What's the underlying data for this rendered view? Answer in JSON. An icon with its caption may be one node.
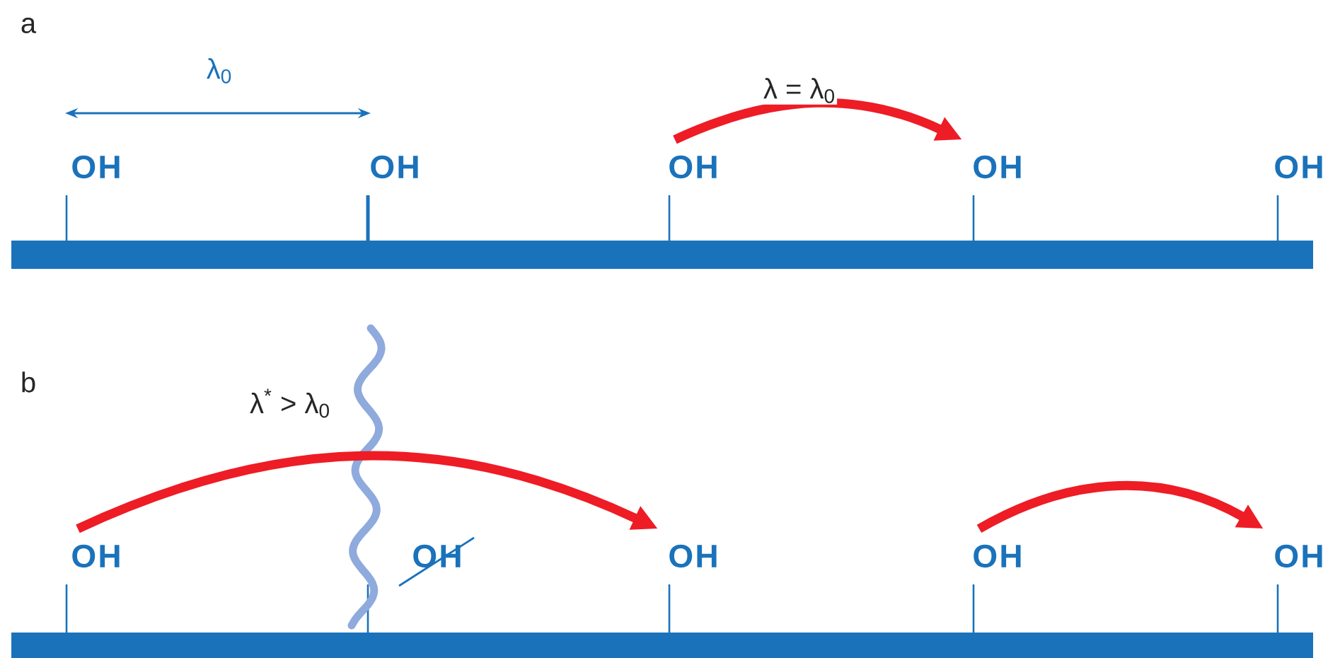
{
  "diagram": {
    "nodes": [
      {
        "text": [
          "OH"
        ]
      },
      {
        "text": [
          "OH"
        ]
      },
      {
        "text": [
          "OH"
        ]
      },
      {
        "text": [
          "OH"
        ]
      },
      {
        "text": [
          "OH"
        ]
      },
      {
        "text": [
          "OH"
        ]
      },
      {
        "text": [
          "OH"
        ]
      },
      {
        "text": [
          "OH"
        ]
      },
      {
        "text": [
          "OH"
        ]
      },
      {
        "text": [
          "OH"
        ]
      }
    ],
    "edges": [
      {
        "from": 2,
        "to": 3,
        "arrow": "to",
        "label": "λ = λ$_{0}$"
      },
      {
        "from": 5,
        "to": 7,
        "arrow": "to",
        "label": "λ$^{*}$ > λ$_{0}$"
      },
      {
        "from": 8,
        "to": 9,
        "arrow": "to"
      }
    ],
    "labels": [
      "a",
      "λ$_{0}$",
      "b"
    ]
  }
}
